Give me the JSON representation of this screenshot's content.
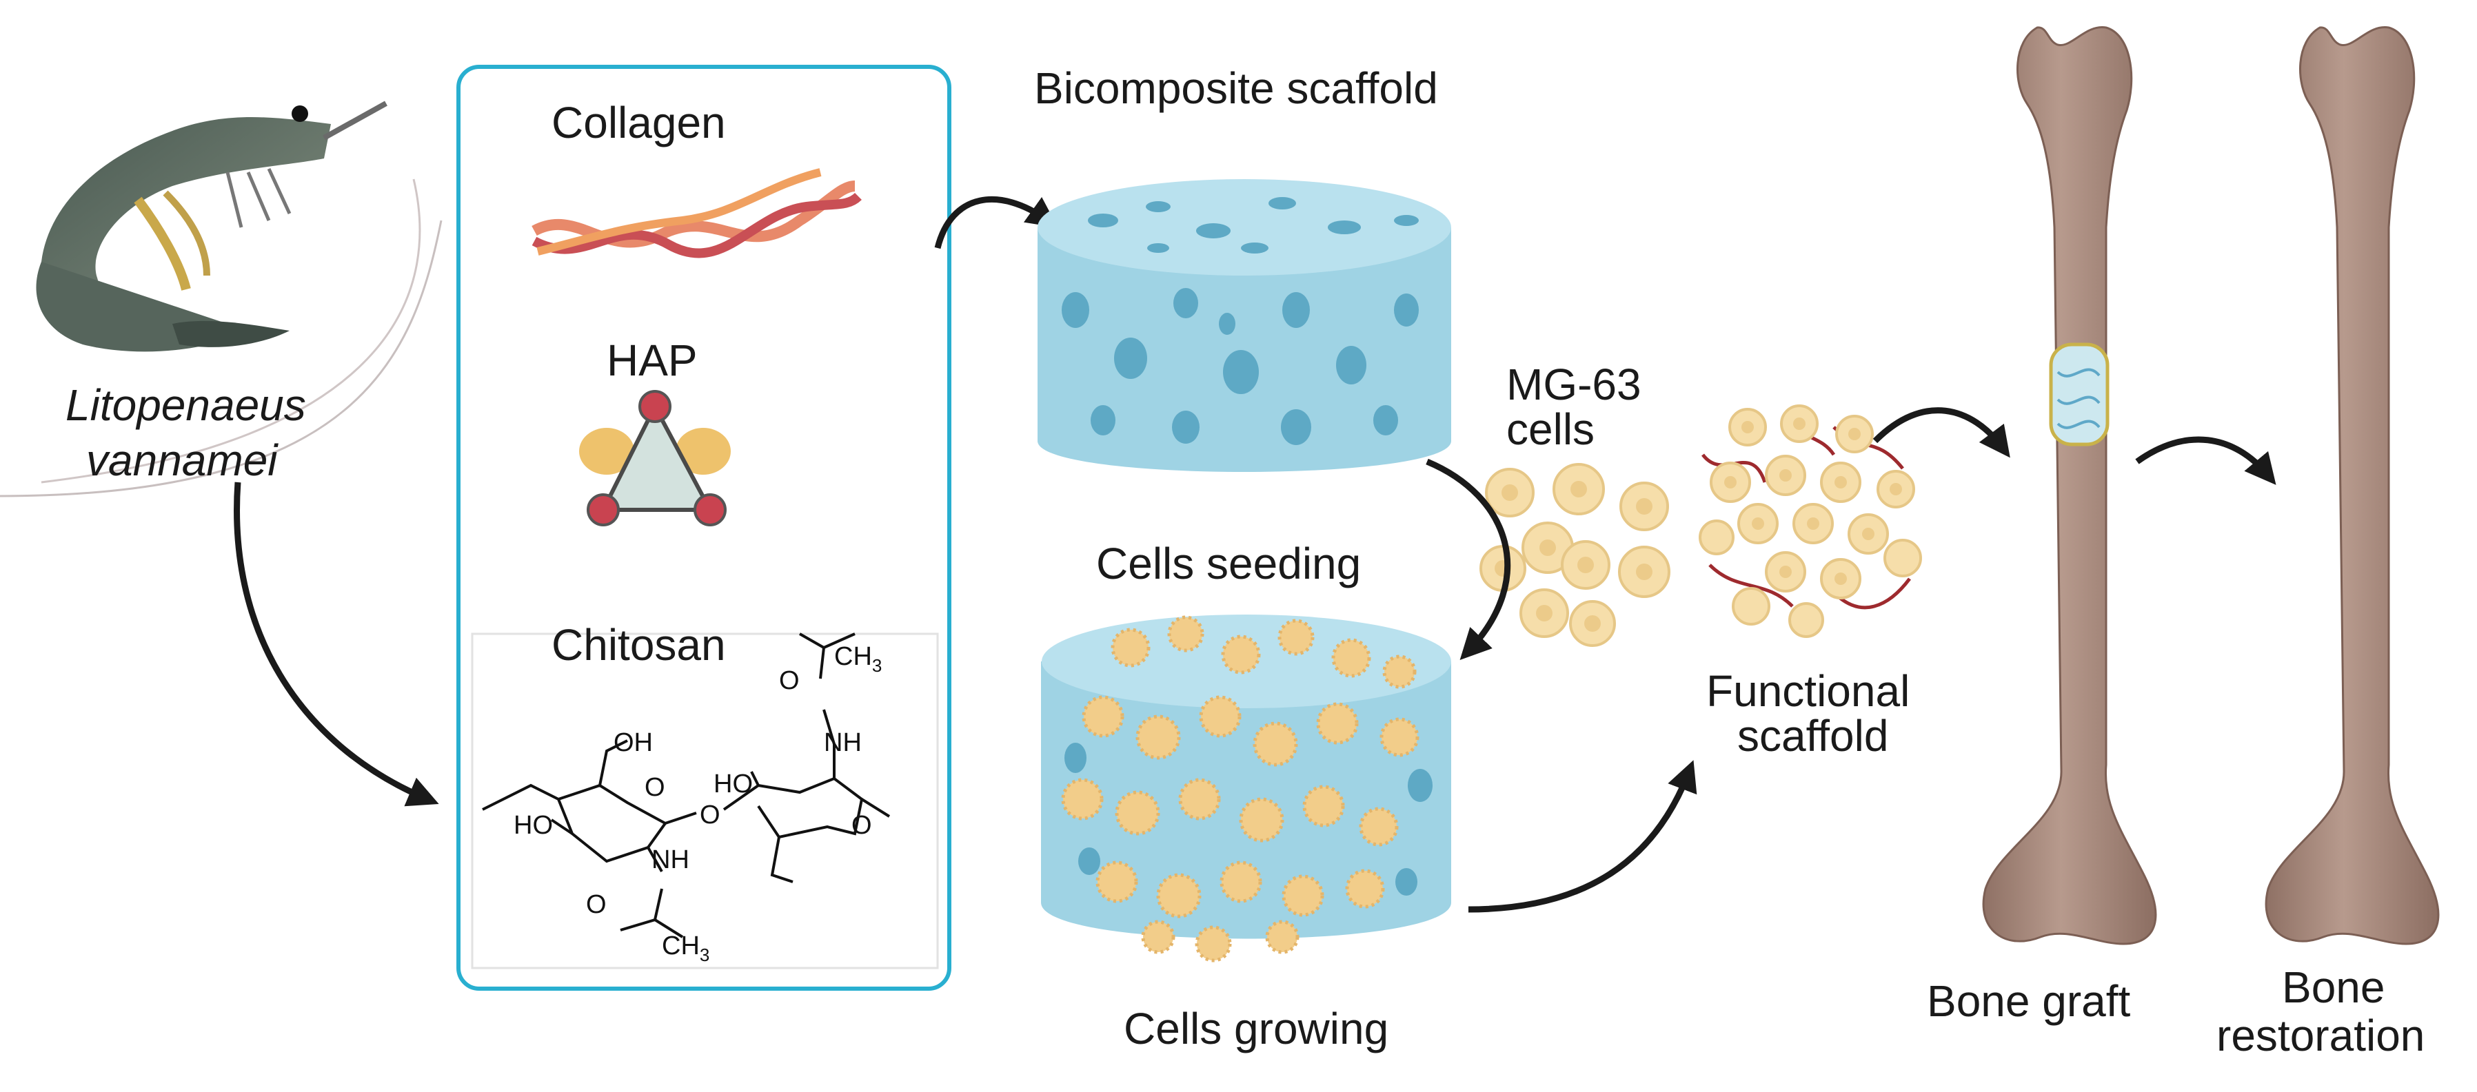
{
  "labels": {
    "species_line1": "Litopenaeus",
    "species_line2": "vannamei",
    "collagen": "Collagen",
    "hap": "HAP",
    "chitosan": "Chitosan",
    "scaffold": "Bicomposite scaffold",
    "cells_line1": "MG-63",
    "cells_line2": "cells",
    "seeding": "Cells seeding",
    "growing": "Cells growing",
    "functional_line1": "Functional",
    "functional_line2": "scaffold",
    "bone_graft": "Bone graft",
    "restoration_line1": "Bone",
    "restoration_line2": "restoration"
  },
  "chemistry": {
    "ch3_top": "CH",
    "ch3_top_sub": "3",
    "o_top": "O",
    "nh_top": "NH",
    "oh_upper": "OH",
    "ho_left": "HO",
    "ho_mid": "HO",
    "o_ring1": "O",
    "o_bridge": "O",
    "o_ring2": "O",
    "nh_bottom": "NH",
    "o_bottom": "O",
    "ch3_bottom": "CH",
    "ch3_bottom_sub": "3"
  },
  "colors": {
    "panel_border": "#29afd0",
    "scaffold": "#9fd3e4",
    "scaffold_pore": "#5ea9c5",
    "cell": "#f6deaa",
    "bone": "#a98b7f",
    "arrow": "#1a1a1a"
  }
}
